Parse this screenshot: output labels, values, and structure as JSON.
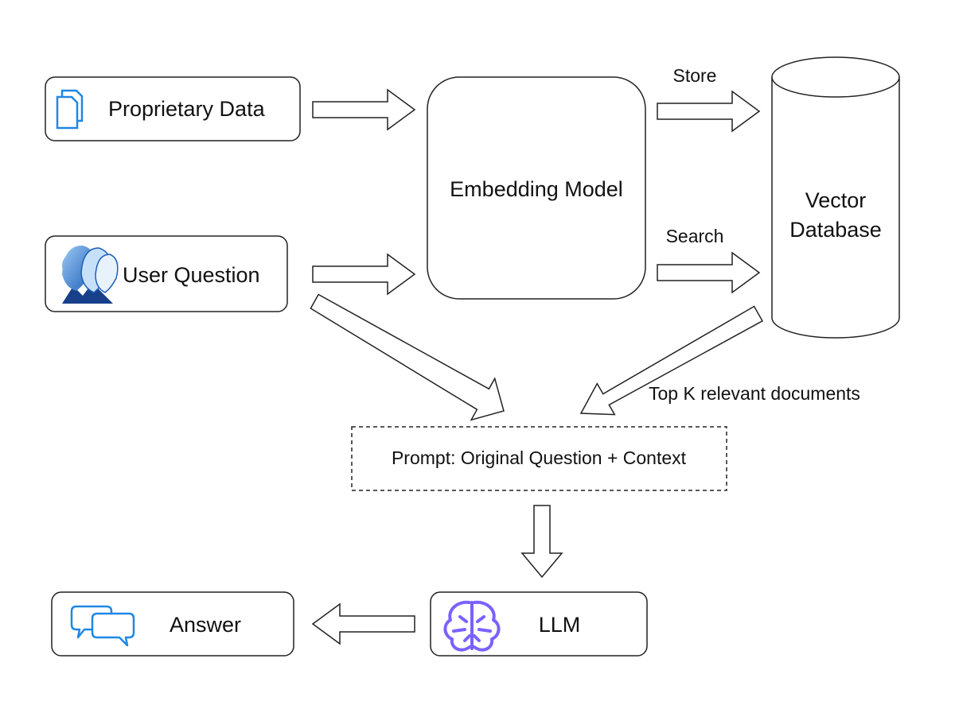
{
  "nodes": {
    "proprietary_data": "Proprietary Data",
    "user_question": "User Question",
    "embedding_model": "Embedding Model",
    "vector_database_line1": "Vector",
    "vector_database_line2": "Database",
    "prompt": "Prompt: Original Question + Context",
    "llm": "LLM",
    "answer": "Answer"
  },
  "edge_labels": {
    "store": "Store",
    "search": "Search",
    "top_k": "Top K relevant documents"
  },
  "icons": {
    "documents": "documents-icon",
    "users": "users-icon",
    "brain": "brain-icon",
    "chat": "chat-bubbles-icon"
  },
  "colors": {
    "doc_icon": "#1e88e5",
    "user_icon": "#1e5fb8",
    "brain_icon": "#7b61ff",
    "chat_icon": "#1e88e5"
  }
}
